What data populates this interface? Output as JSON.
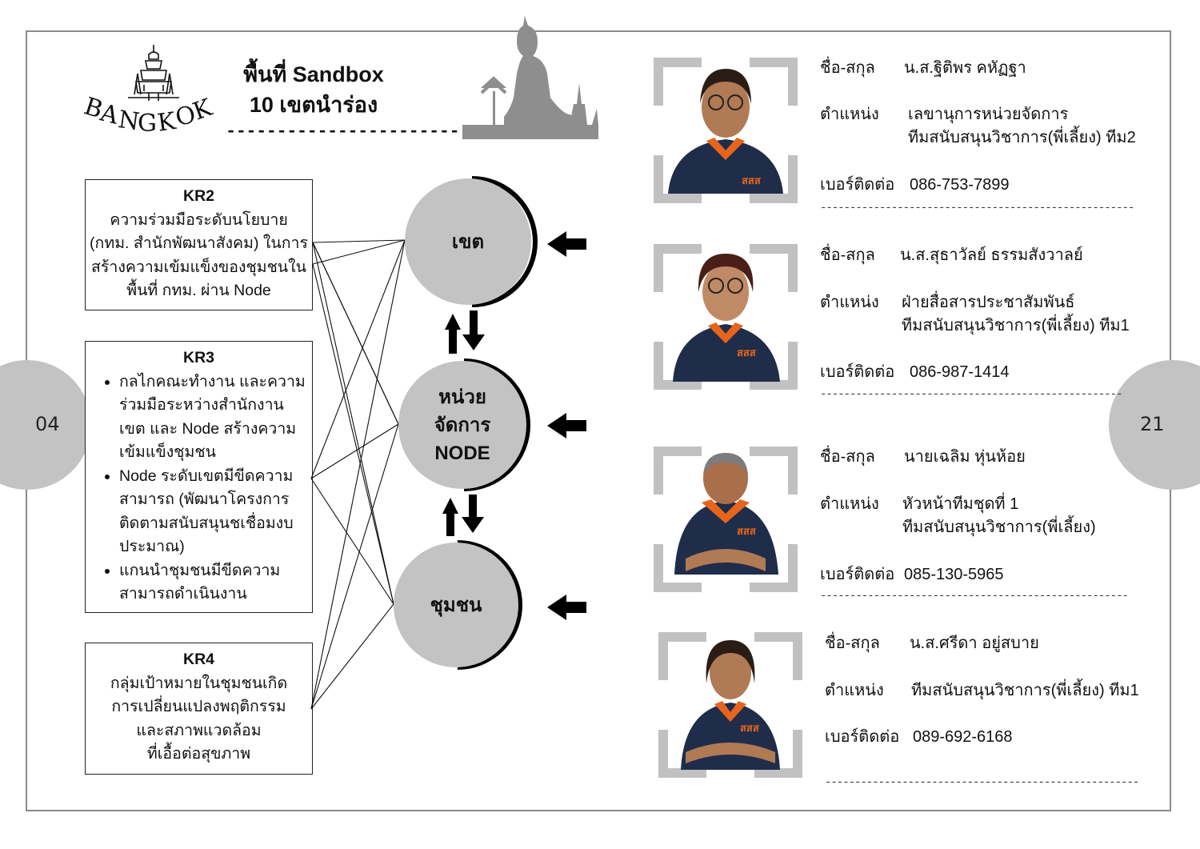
{
  "logo": {
    "text": "BANGKOK"
  },
  "header": {
    "title_line1": "พื้นที่ Sandbox",
    "title_line2": "10 เขตนำร่อง",
    "rule": "-----------------------"
  },
  "pages": {
    "left": "04",
    "right": "21"
  },
  "kr_boxes": {
    "kr2": {
      "title": "KR2",
      "text": "ความร่วมมือระดับนโยบาย (กทม. สำนักพัฒนาสังคม) ในการสร้างความเข้มแข็งของชุมชนในพื้นที่ กทม. ผ่าน Node"
    },
    "kr3": {
      "title": "KR3",
      "items": [
        "กลไกคณะทำงาน และความร่วมมือระหว่างสำนักงานเขต และ Node สร้างความเข้มแข็งชุมชน",
        "Node ระดับเขตมีขีดความสามารถ (พัฒนาโครงการ ติดตามสนับสนุนชเชื่อมงบประมาณ)",
        "แกนนำชุมชนมีขีดความสามารถดำเนินงาน"
      ]
    },
    "kr4": {
      "title": "KR4",
      "line1": "กลุ่มเป้าหมายในชุมชนเกิด",
      "line2": "การเปลี่ยนแปลงพฤติกรรม",
      "line3": "และสภาพแวดล้อม",
      "line4": "ที่เอื้อต่อสุขภาพ"
    }
  },
  "nodes": {
    "district": {
      "label": "เขต"
    },
    "unit": {
      "line1": "หน่วย",
      "line2": "จัดการ",
      "line3": "NODE"
    },
    "community": {
      "label": "ชุมชน"
    }
  },
  "labels": {
    "name": "ชื่อ-สกุล",
    "position": "ตำแหน่ง",
    "phone": "เบอร์ติดต่อ"
  },
  "people": [
    {
      "name": "น.ส.ฐิติพร คหัฏฐา",
      "position1": "เลขานุการหน่วยจัดการ",
      "position2": "ทีมสนับสนุนวิชาการ(พี่เลี้ยง) ทีม2",
      "phone": "086-753-7899",
      "shirt": "สสส"
    },
    {
      "name": "น.ส.สุธาวัลย์  ธรรมสังวาลย์",
      "position1": "ฝ่ายสื่อสารประชาสัมพันธ์",
      "position2": "ทีมสนับสนุนวิชาการ(พี่เลี้ยง) ทีม1",
      "phone": "086-987-1414",
      "shirt": "สสส"
    },
    {
      "name": "นายเฉลิม หุ่นห้อย",
      "position1": "หัวหน้าทีมชุดที่ 1",
      "position2": "ทีมสนับสนุนวิชาการ(พี่เลี้ยง)",
      "phone": "085-130-5965",
      "shirt": "สสส"
    },
    {
      "name": "น.ส.ศรีดา อยู่สบาย",
      "position1": "ทีมสนับสนุนวิชาการ(พี่เลี้ยง) ทีม1",
      "position2": "",
      "phone": "089-692-6168",
      "shirt": "สสส"
    }
  ],
  "dividers": {
    "d1": "-----------------------------------------------------",
    "d2": "---------------------------------------------------",
    "d3": "----------------------------------------------------",
    "d4": "-----------------------------------------------------"
  },
  "colors": {
    "grey": "#c3c3c3",
    "dark_grey": "#8a8a8a",
    "shirt": "#1f2d4a",
    "collar": "#e8641b"
  }
}
